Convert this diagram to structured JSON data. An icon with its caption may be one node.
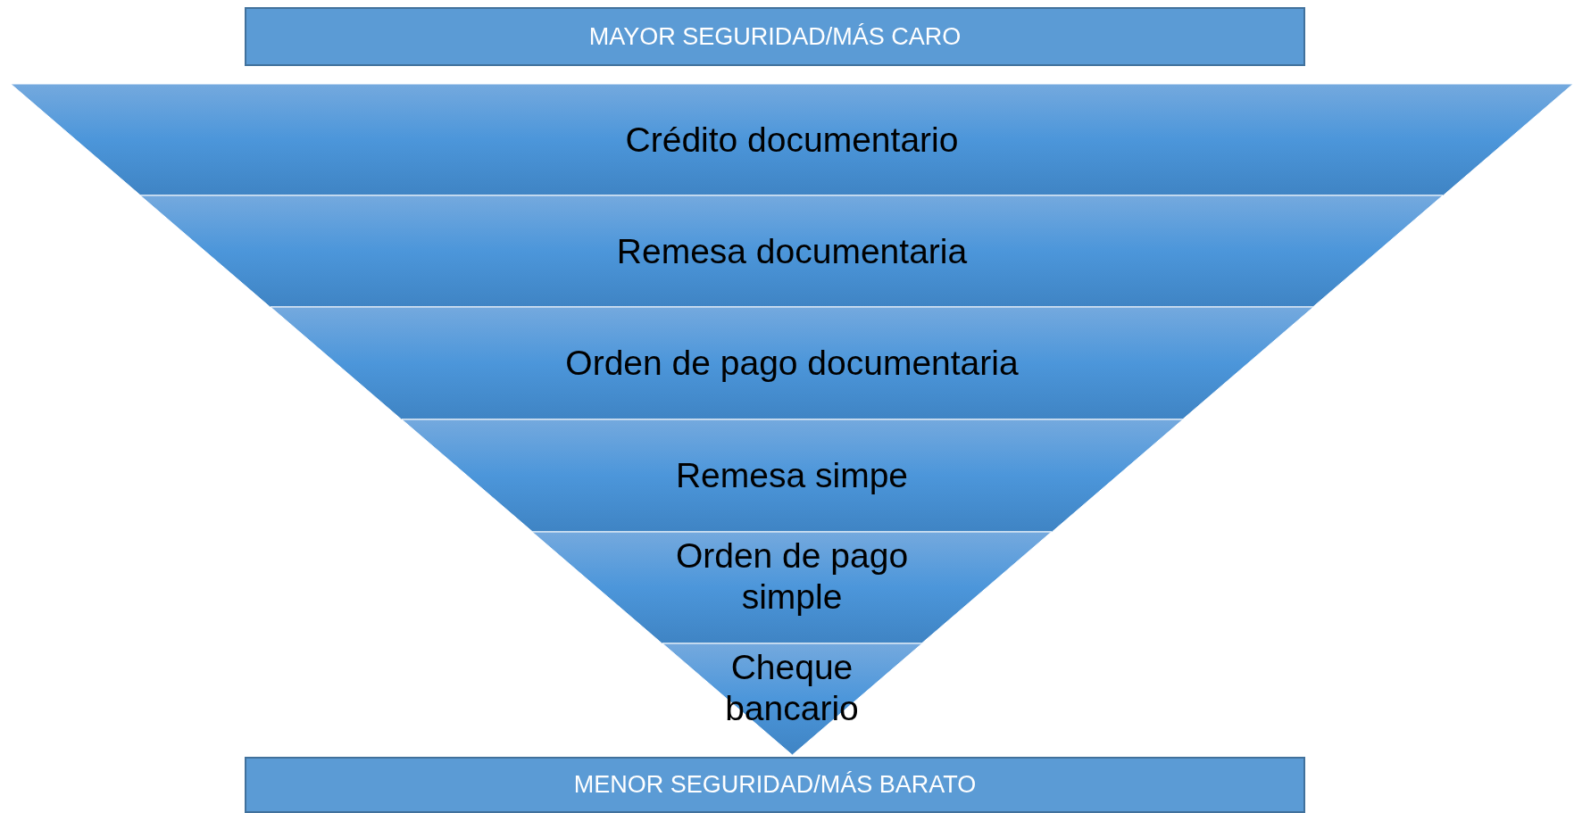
{
  "diagram": {
    "nodes": [
      {
        "text": [
          "MAYOR SEGURIDAD/MÁS CARO"
        ]
      },
      {
        "text": [
          "Crédito documentario"
        ]
      },
      {
        "text": [
          "Remesa documentaria"
        ]
      },
      {
        "text": [
          "Orden de pago documentaria"
        ]
      },
      {
        "text": [
          "Remesa simpe"
        ]
      },
      {
        "text": [
          "Orden de pago simple"
        ]
      },
      {
        "text": [
          "Cheque bancario"
        ]
      },
      {
        "text": [
          "MENOR SEGURIDAD/MÁS BARATO"
        ]
      }
    ]
  }
}
